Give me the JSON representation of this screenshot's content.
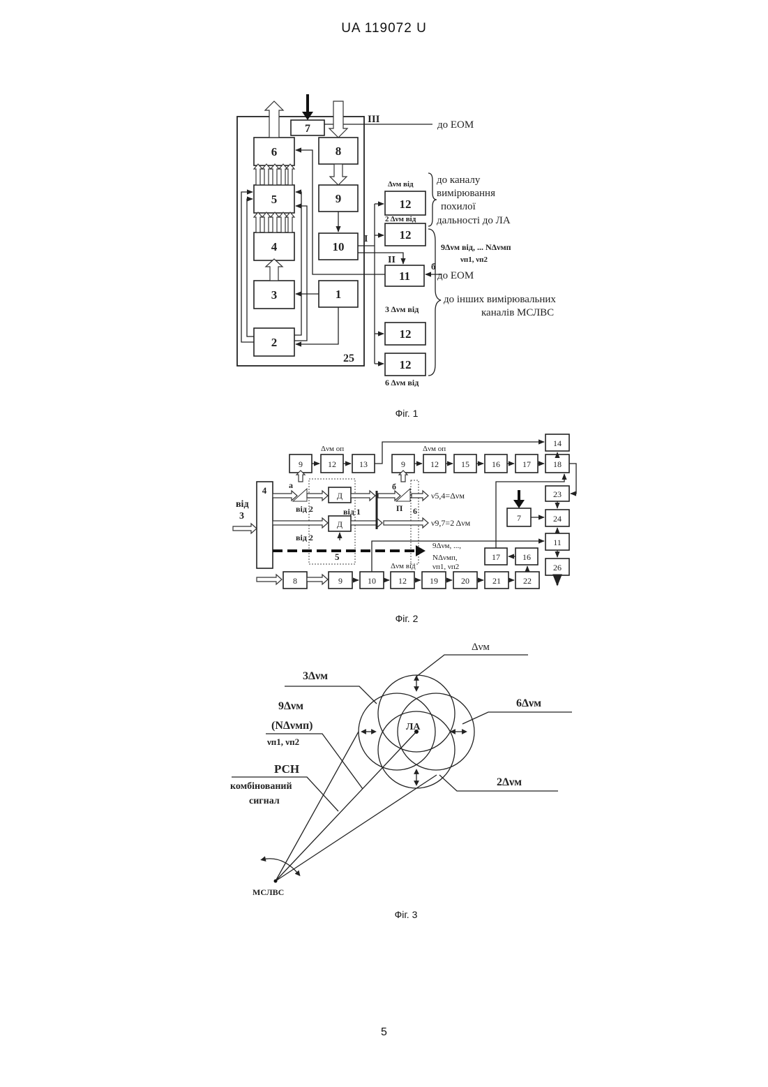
{
  "header": {
    "doc_id": "UA   119072   U"
  },
  "page_number": "5",
  "fig1": {
    "caption": "Фіг. 1",
    "blocks": {
      "b1": "1",
      "b2": "2",
      "b3": "3",
      "b4": "4",
      "b5": "5",
      "b6": "6",
      "b7": "7",
      "b8": "8",
      "b9": "9",
      "b10": "10",
      "b11": "11",
      "b12": "12"
    },
    "frame_label": "25",
    "roman": {
      "r1": "I",
      "r2": "II",
      "r3": "III"
    },
    "label_b": "б",
    "to_eom_top": "до ЕОМ",
    "to_eom_mid": "до ЕОМ",
    "dnu_top": "Δνм від",
    "dnu_2": "2 Δνм від",
    "dnu_3": "3 Δνм від",
    "dnu_6": "6 Δνм від",
    "dnu_9": "9Δνм від, ... NΔνмп",
    "nu_pair": "νп1, νп2",
    "range_channel": [
      "до каналу",
      "вимірювання",
      "похилої",
      "дальності до ЛА"
    ],
    "other_channels": [
      "до інших вимірювальних",
      "каналів МСЛВС"
    ]
  },
  "fig2": {
    "caption": "Фіг. 2",
    "blocks": {
      "b4": "4",
      "b5": "5",
      "b6": "6",
      "b7": "7",
      "b8": "8",
      "b9": "9",
      "b10": "10",
      "b11": "11",
      "b12": "12",
      "b13": "13",
      "b14": "14",
      "b15": "15",
      "b16": "16",
      "b17": "17",
      "b18": "18",
      "b19": "19",
      "b20": "20",
      "b21": "21",
      "b22": "22",
      "b23": "23",
      "b24": "24",
      "b26": "26",
      "d": "Д"
    },
    "from_3": [
      "від",
      "3"
    ],
    "from_2": "від 2",
    "from_1": "від 1",
    "label_a": "а",
    "label_b": "б",
    "label_p": "П",
    "dnu_mop": "Δνм оп",
    "dnu_mvid": "Δνм від",
    "nu54": "ν5,4=Δνм",
    "nu97": "ν9,7=2 Δνм",
    "nine_dnu": [
      "9Δνм, ...,",
      "NΔνмп,",
      "νп1, νп2"
    ]
  },
  "fig3": {
    "caption": "Фіг. 3",
    "dnu": "Δνм",
    "three_dnu": "3Δνм",
    "six_dnu": "6Δνм",
    "two_dnu": "2Δνм",
    "nine_dnu": "9Δνм",
    "n_dnu": "(NΔνмп)",
    "nu_pair": "νп1, νп2",
    "la": "ЛА",
    "rsn": "РСН",
    "combined": [
      "комбінований",
      "сигнал"
    ],
    "mslvs": "МСЛВС"
  }
}
